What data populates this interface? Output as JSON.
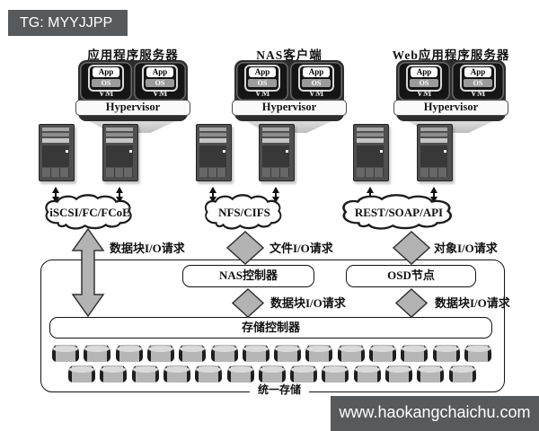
{
  "top_banner": {
    "text": "TG: MYYJJPP"
  },
  "bottom_banner": {
    "text": "www.haokangchaichu.com"
  },
  "columns": [
    {
      "title": "应用程序服务器",
      "hypervisor_label": "Hypervisor",
      "cloud_label": "iSCSI/FC/FCoE"
    },
    {
      "title": "NAS客户端",
      "hypervisor_label": "Hypervisor",
      "cloud_label": "NFS/CIFS"
    },
    {
      "title": "Web应用程序服务器",
      "hypervisor_label": "Hypervisor",
      "cloud_label": "REST/SOAP/API"
    }
  ],
  "vm_tile": {
    "app_label": "App",
    "os_label": "OS",
    "vm_label": "VM"
  },
  "io_requests": {
    "block_left": "数据块I/O请求",
    "file": "文件I/O请求",
    "object": "对象I/O请求",
    "nas_block": "数据块I/O请求",
    "osd_block": "数据块I/O请求"
  },
  "unified_box": {
    "nas_controller": "NAS控制器",
    "osd_node": "OSD节点",
    "storage_controller": "存储控制器",
    "unified_storage": "统一存储"
  },
  "storage_array": {
    "top_row_disks": 14,
    "bottom_row_disks": 13
  },
  "colors": {
    "banner_bg": "#58595b",
    "banner_text": "#ffffff",
    "diamond_fill": "#b3b3b3",
    "diamond_stroke": "#333333",
    "outline": "#111111",
    "server_body": "#4f4f4f"
  }
}
